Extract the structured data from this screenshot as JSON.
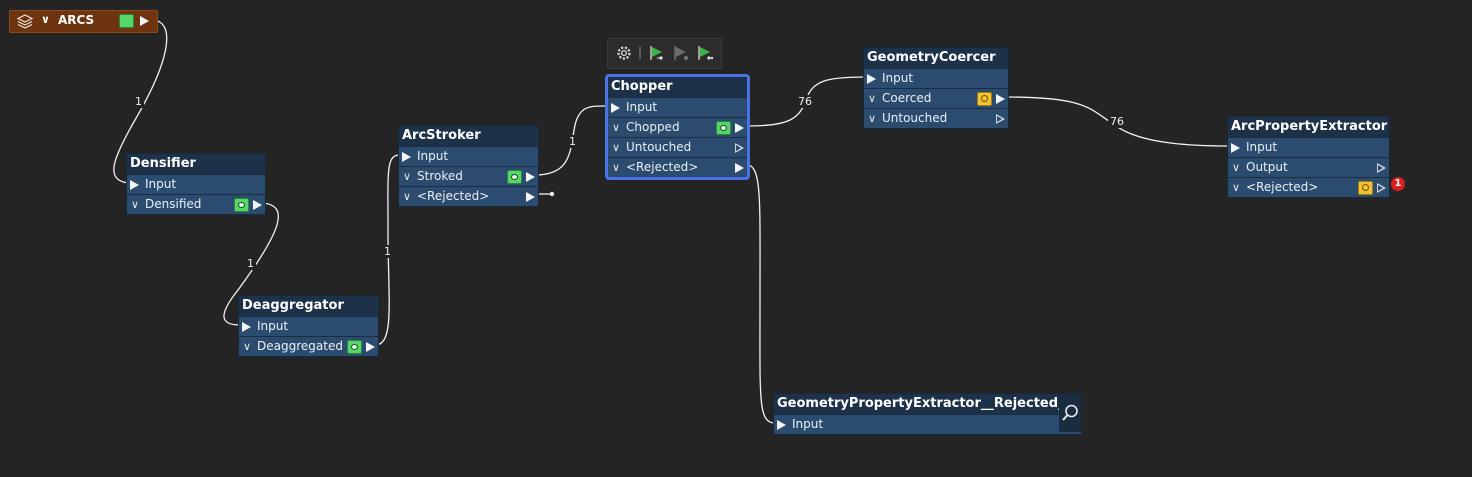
{
  "reader": {
    "name": "ARCS"
  },
  "toolbar": {
    "separator": "|"
  },
  "connection_counts": {
    "arcs_densifier": "1",
    "densifier_deaggregator": "1",
    "deaggregator_arcstroker": "1",
    "arcstroker_chopper": "1",
    "chopper_coercer": "76",
    "coercer_extractor": "76"
  },
  "nodes": {
    "densifier": {
      "title": "Densifier",
      "input": "Input",
      "out1": "Densified"
    },
    "deaggregator": {
      "title": "Deaggregator",
      "input": "Input",
      "out1": "Deaggregated"
    },
    "arcstroker": {
      "title": "ArcStroker",
      "input": "Input",
      "out1": "Stroked",
      "out2": "<Rejected>"
    },
    "chopper": {
      "title": "Chopper",
      "input": "Input",
      "out1": "Chopped",
      "out2": "Untouched",
      "out3": "<Rejected>"
    },
    "coercer": {
      "title": "GeometryCoercer",
      "input": "Input",
      "out1": "Coerced",
      "out2": "Untouched"
    },
    "extractor": {
      "title": "ArcPropertyExtractor",
      "input": "Input",
      "out1": "Output",
      "out2": "<Rejected>",
      "error_count": "1"
    },
    "inspector": {
      "title": "GeometryPropertyExtractor__Rejected_",
      "input": "Input"
    }
  },
  "colors": {
    "canvas": "#242424",
    "node_body": "#2b4c6e",
    "node_title": "#1d3149",
    "reader": "#6e3410",
    "selected_border": "#4a73e6",
    "inspect_badge": "#57d46a",
    "cache_badge": "#f1c232",
    "error_badge": "#d91f1f"
  },
  "icons": [
    "layers-icon",
    "eye-icon",
    "cache-icon",
    "gear-icon",
    "run-icon",
    "run-stop-icon",
    "run-to-icon",
    "search-icon"
  ]
}
